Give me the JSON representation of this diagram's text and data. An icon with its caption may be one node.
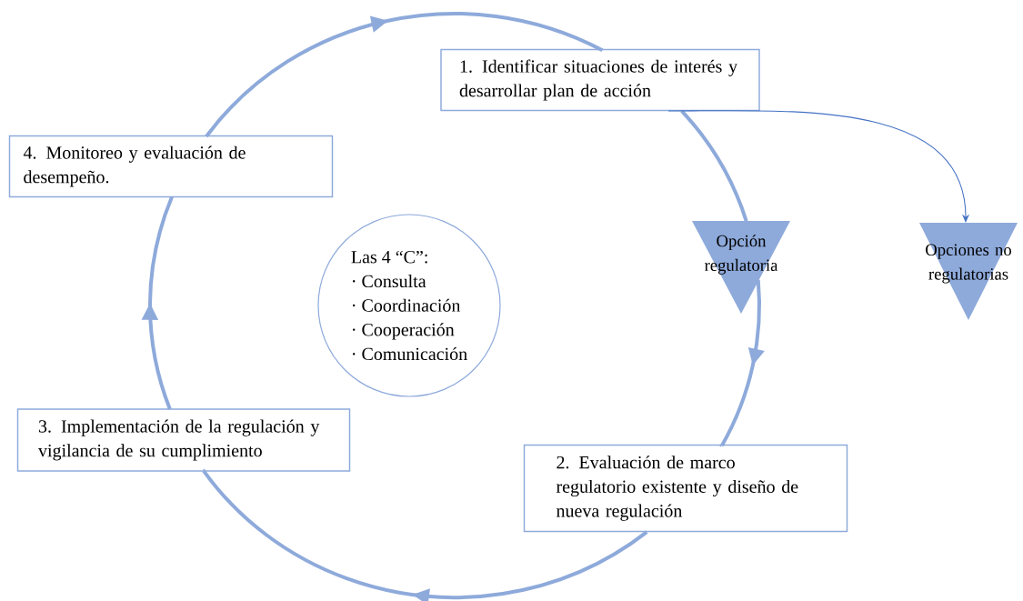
{
  "diagram": {
    "nodes": [
      {
        "text": [
          "1. Identificar situaciones de interés y desarrollar plan de acción"
        ]
      },
      {
        "text": [
          "Opción regulatoria"
        ]
      },
      {
        "text": [
          "Opciones no regulatorias"
        ]
      },
      {
        "text": [
          "2. Evaluación de marco regulatorio existente y diseño de nueva regulación"
        ]
      },
      {
        "text": [
          "3. Implementación de la regulación y vigilancia de su cumplimiento"
        ]
      },
      {
        "text": [
          "4. Monitoreo y evaluación de desempeño."
        ]
      },
      {
        "text": [
          "Las 4 “C”:",
          "· Consulta",
          "· Coordinación",
          "· Cooperación",
          "· Comunicación"
        ]
      }
    ],
    "edges": [
      {
        "from": 0,
        "to": 1,
        "arrow": "none"
      },
      {
        "from": 1,
        "to": 3,
        "arrow": "to"
      },
      {
        "from": 3,
        "to": 4,
        "arrow": "to"
      },
      {
        "from": 4,
        "to": 5,
        "arrow": "to"
      },
      {
        "from": 5,
        "to": 0,
        "arrow": "to"
      },
      {
        "from": 0,
        "to": 2,
        "arrow": "to",
        "color": "#4472c4"
      }
    ]
  }
}
